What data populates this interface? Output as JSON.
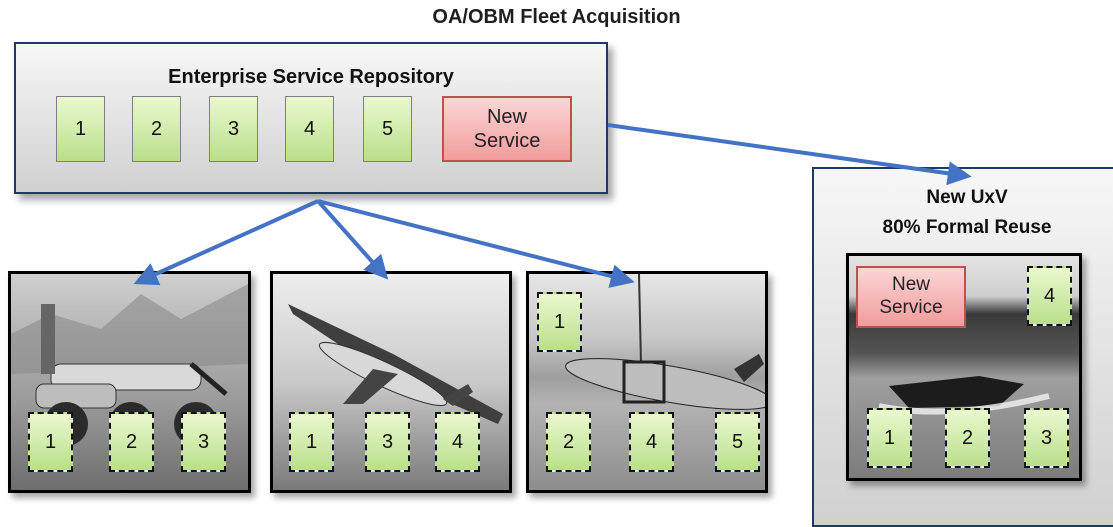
{
  "title": "OA/OBM Fleet Acquisition",
  "repository": {
    "title": "Enterprise Service Repository",
    "services": [
      "1",
      "2",
      "3",
      "4",
      "5"
    ],
    "new_service": "New\nService"
  },
  "platforms": [
    {
      "image": "unmanned ground vehicle",
      "services": [
        "1",
        "2",
        "3"
      ]
    },
    {
      "image": "unmanned aerial vehicle (drone)",
      "services": [
        "1",
        "3",
        "4"
      ]
    },
    {
      "image": "unmanned underwater vehicle",
      "top_services": [
        "1"
      ],
      "services": [
        "2",
        "4",
        "5"
      ]
    }
  ],
  "new_uxv": {
    "title_line1": "New UxV",
    "title_line2": "80% Formal Reuse",
    "image": "unmanned surface vessel",
    "new_service": "New\nService",
    "top_services": [
      "4"
    ],
    "services": [
      "1",
      "2",
      "3"
    ]
  },
  "colors": {
    "arrow": "#4472c4",
    "service_green": "#c6e79f",
    "new_service_red": "#f4a7a7",
    "border_navy": "#1f3864"
  }
}
